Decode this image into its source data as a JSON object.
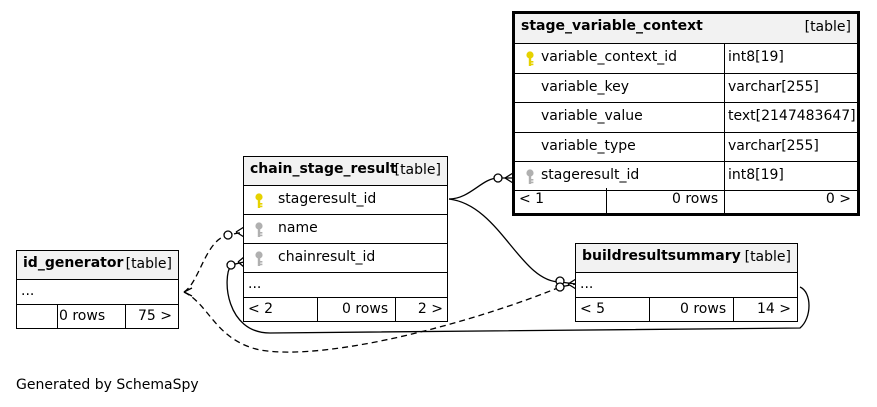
{
  "tables": {
    "stage_variable_context": {
      "name": "stage_variable_context",
      "kind": "[table]",
      "columns": [
        {
          "name": "variable_context_id",
          "type": "int8[19]",
          "icon": "primary-key-icon"
        },
        {
          "name": "variable_key",
          "type": "varchar[255]",
          "icon": ""
        },
        {
          "name": "variable_value",
          "type": "text[2147483647]",
          "icon": ""
        },
        {
          "name": "variable_type",
          "type": "varchar[255]",
          "icon": ""
        },
        {
          "name": "stageresult_id",
          "type": "int8[19]",
          "icon": "foreign-key-icon"
        }
      ],
      "footer": {
        "parents": "< 1",
        "rows": "0 rows",
        "children": "0 >"
      }
    },
    "chain_stage_result": {
      "name": "chain_stage_result",
      "kind": "[table]",
      "columns": [
        {
          "name": "stageresult_id",
          "icon": "primary-key-icon"
        },
        {
          "name": "name",
          "icon": "foreign-key-icon"
        },
        {
          "name": "chainresult_id",
          "icon": "foreign-key-icon"
        }
      ],
      "ellipsis": "...",
      "footer": {
        "parents": "< 2",
        "rows": "0 rows",
        "children": "2 >"
      }
    },
    "buildresultsummary": {
      "name": "buildresultsummary",
      "kind": "[table]",
      "ellipsis": "...",
      "footer": {
        "parents": "< 5",
        "rows": "0 rows",
        "children": "14 >"
      }
    },
    "id_generator": {
      "name": "id_generator",
      "kind": "[table]",
      "ellipsis": "...",
      "footer": {
        "parents": "",
        "rows": "0 rows",
        "children": "75 >"
      }
    }
  },
  "colors": {
    "primary_key": "#e6d200",
    "foreign_key": "#b0b0b0",
    "header_bg": "#f2f2f2",
    "line": "#000000"
  },
  "footer_text": "Generated by SchemaSpy"
}
